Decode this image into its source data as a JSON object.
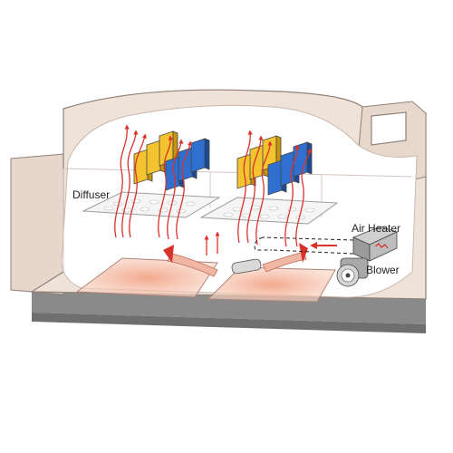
{
  "labels": {
    "diffuser": "Diffuser",
    "air_heater": "Air Heater",
    "blower": "Blower"
  },
  "colors": {
    "cabinet": "#efe2d8",
    "cabinet_edge": "#8f8179",
    "base": "#8a8a8a",
    "interior": "#ffffff",
    "panel_yellow": "#f4c430",
    "panel_blue": "#2e6fd0",
    "airflow_red": "#d8322b",
    "heat_glow": "#f2a488"
  },
  "icons": {
    "panel_rack": "sample-panel-icon",
    "heater": "air-heater-icon",
    "blower": "blower-fan-icon"
  }
}
